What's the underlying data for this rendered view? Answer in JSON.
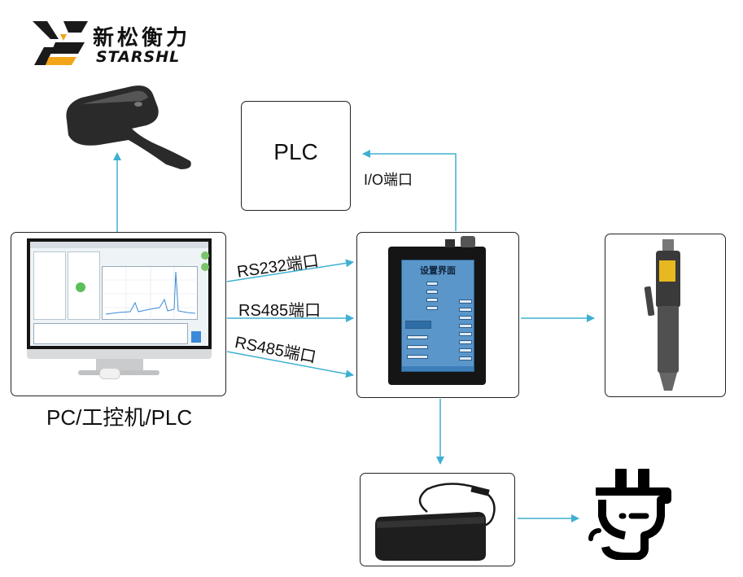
{
  "logo": {
    "chinese_name": "新松衡力",
    "english_name": "STARSHL"
  },
  "nodes": {
    "plc": "PLC",
    "pc_label": "PC/工控机/PLC",
    "controller_screen_title": "设置界面"
  },
  "edges": {
    "io_port": "I/O端口",
    "rs232_port": "RS232端口",
    "rs485_port_1": "RS485端口",
    "rs485_port_2": "RS485端口"
  },
  "colors": {
    "arrow": "#3fb0d2",
    "box_border": "#222222",
    "controller_screen": "#5a96c9"
  },
  "icons": [
    "barcode-scanner-icon",
    "computer-monitor-icon",
    "controller-device-icon",
    "electric-screwdriver-icon",
    "power-adapter-icon",
    "power-plug-icon"
  ]
}
